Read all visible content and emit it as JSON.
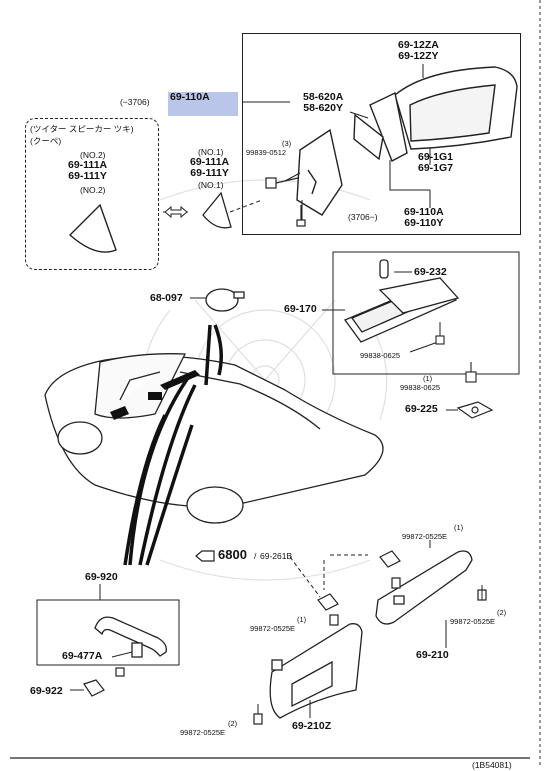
{
  "mirror_group": {
    "ref_prefix": "(−3706)",
    "highlight_part": "69-110A",
    "cover_part": "69-12ZA",
    "cover_part_alt": "69-12ZY",
    "bracket_part": "58-620A",
    "bracket_part_alt": "58-620Y",
    "bolt_qty": "(3)",
    "bolt_part": "99839-0512",
    "glass_part": "69-1G1",
    "glass_part_alt": "69-1G7",
    "ref_suffix": "(3706−)",
    "assy_part": "69-110A",
    "assy_part_alt": "69-110Y"
  },
  "tweeter_group": {
    "title_line1": "(ツイター スピーカー ツキ)",
    "title_line2": "(クーペ)",
    "note_no2_top": "(NO.2)",
    "part1": "69-111A",
    "part2": "69-111Y",
    "note_no2_bottom": "(NO.2)"
  },
  "garnish_group": {
    "note_no1_top": "(NO.1)",
    "part1": "69-111A",
    "part2": "69-111Y",
    "note_no1_bottom": "(NO.1)"
  },
  "interior_mirror": {
    "lamp_part": "68-097",
    "assy_part": "69-170",
    "pin_part": "69-232",
    "screw_part": "99838-0625",
    "screw_qty": "(1)",
    "screw_part2": "99838-0625",
    "base_part": "69-225"
  },
  "assist_handle": {
    "assy_part": "69-920",
    "bracket_part": "69-477A",
    "cap_part": "69-922"
  },
  "sunvisor": {
    "clip_part": "6800",
    "clip_sep": "/",
    "clip_part_alt": "69-261B",
    "screw_a_qty": "(1)",
    "screw_a": "99872-0525E",
    "screw_b_qty": "(1)",
    "screw_b": "99872-0525E",
    "screw_c_qty": "(2)",
    "screw_c": "99872-0525E",
    "screw_d_qty": "(2)",
    "screw_d": "99872-0525E",
    "visor_right": "69-210",
    "visor_left": "69-210Z"
  },
  "footer": {
    "diagram_code": "(1B54081)"
  }
}
